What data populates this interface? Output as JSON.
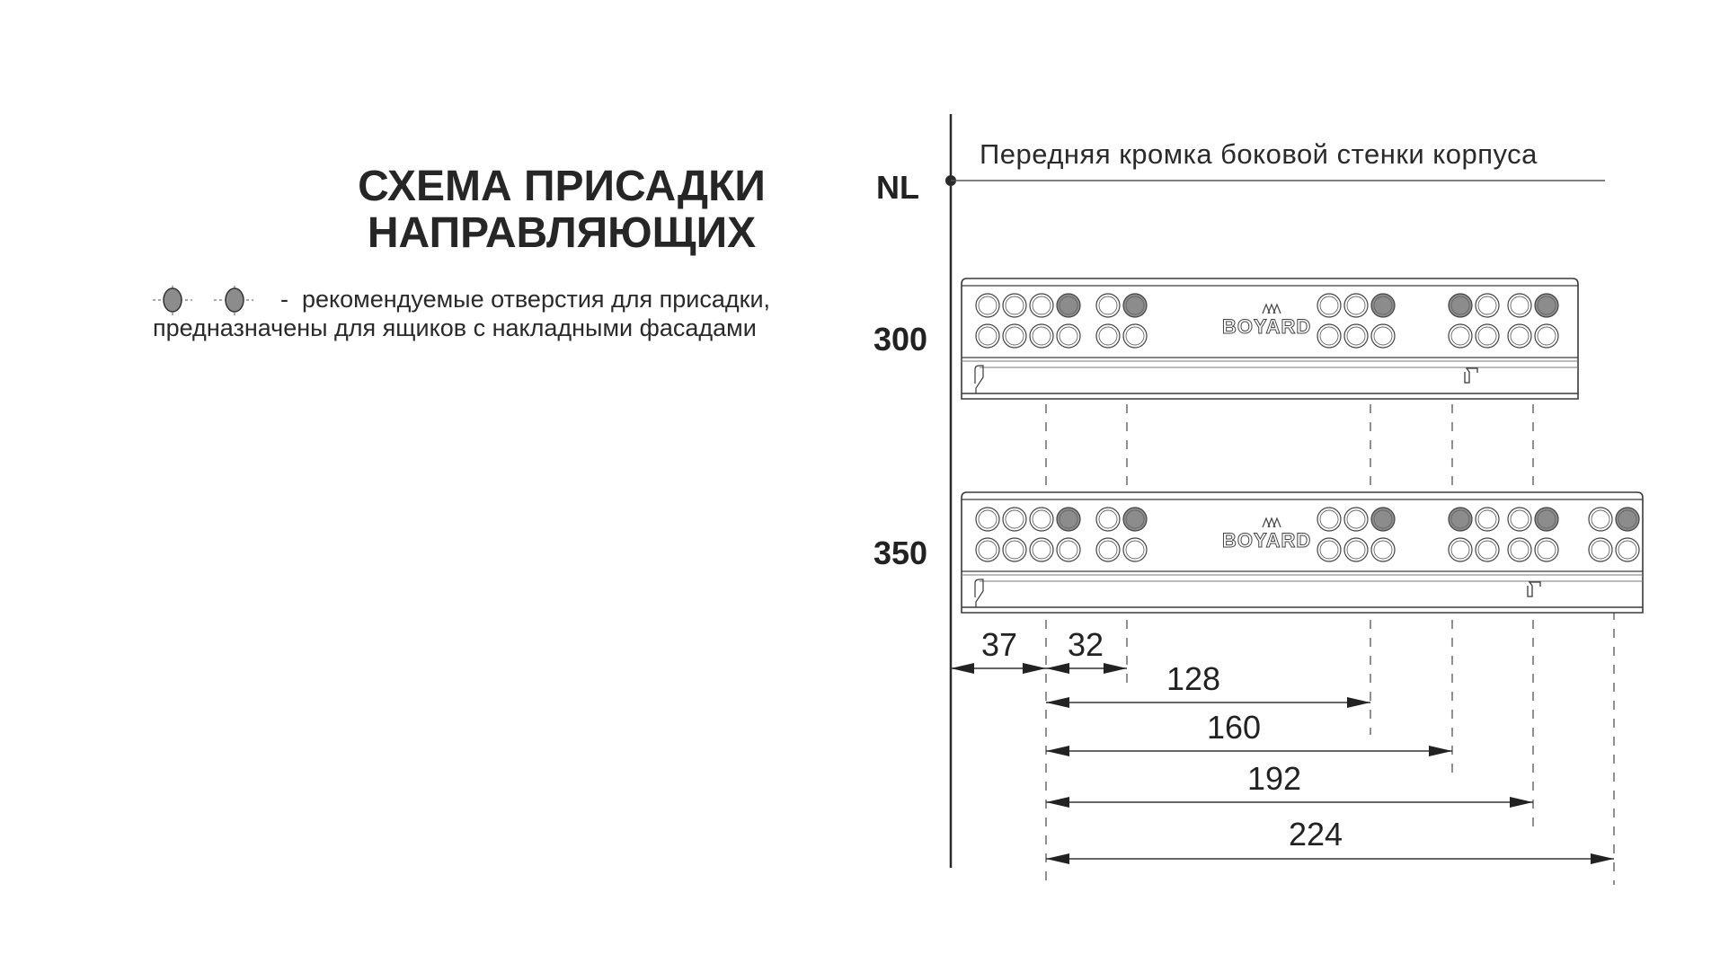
{
  "title": {
    "line1": "СХЕМА ПРИСАДКИ",
    "line2": "НАПРАВЛЯЮЩИХ"
  },
  "legend": {
    "icons": [
      "recommended-hole-icon",
      "recommended-hole-icon"
    ],
    "separator": "-",
    "line1": "рекомендуемые отверстия для присадки,",
    "line2": "предназначены для ящиков с накладными фасадами"
  },
  "reference": {
    "nl_label": "NL",
    "edge_label": "Передняя кромка боковой стенки корпуса"
  },
  "rails": [
    {
      "length_label": "300",
      "brand": "BOYARD",
      "hole_groups": [
        {
          "count": 4,
          "marked_index": 3
        },
        {
          "count": 2,
          "marked_index": 1
        },
        {
          "count": 3,
          "marked_index": 2
        },
        {
          "count": 2,
          "marked_index": 0
        },
        {
          "count": 2,
          "marked_index": 1
        }
      ]
    },
    {
      "length_label": "350",
      "brand": "BOYARD",
      "hole_groups": [
        {
          "count": 4,
          "marked_index": 3
        },
        {
          "count": 2,
          "marked_index": 1
        },
        {
          "count": 3,
          "marked_index": 2
        },
        {
          "count": 2,
          "marked_index": 0
        },
        {
          "count": 2,
          "marked_index": 1
        },
        {
          "count": 2,
          "marked_index": 1
        }
      ]
    }
  ],
  "dimensions_mm": {
    "offset_from_edge": "37",
    "step": "32",
    "d128": "128",
    "d160": "160",
    "d192": "192",
    "d224": "224"
  },
  "colors": {
    "line": "#2a2a2a",
    "marked_hole": "#8c8c8c",
    "rail_outline": "#3a3a3a"
  }
}
